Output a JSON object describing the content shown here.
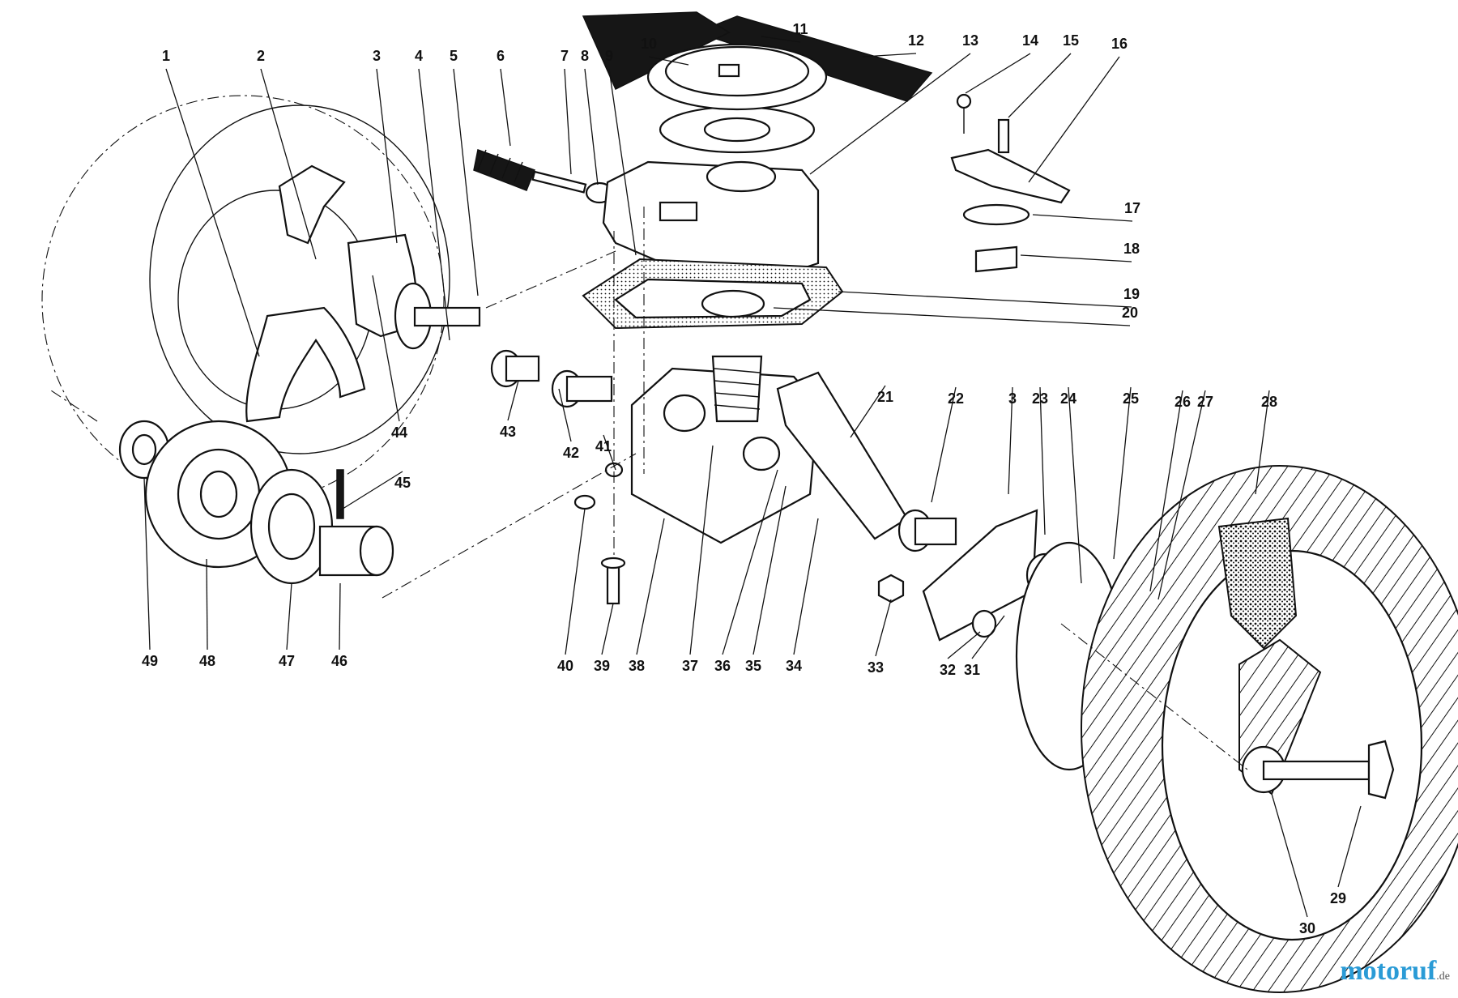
{
  "diagram": {
    "part_numbers": [
      "1",
      "2",
      "3",
      "4",
      "5",
      "6",
      "7",
      "8",
      "9",
      "10",
      "11",
      "12",
      "13",
      "14",
      "15",
      "16",
      "17",
      "18",
      "19",
      "20",
      "21",
      "22",
      "3",
      "23",
      "24",
      "25",
      "26",
      "27",
      "28",
      "29",
      "30",
      "31",
      "32",
      "33",
      "34",
      "35",
      "36",
      "37",
      "38",
      "39",
      "40",
      "41",
      "42",
      "43",
      "44",
      "45",
      "46",
      "47",
      "48",
      "49"
    ]
  },
  "watermark": {
    "text": "motoruf",
    "suffix": ".de"
  }
}
